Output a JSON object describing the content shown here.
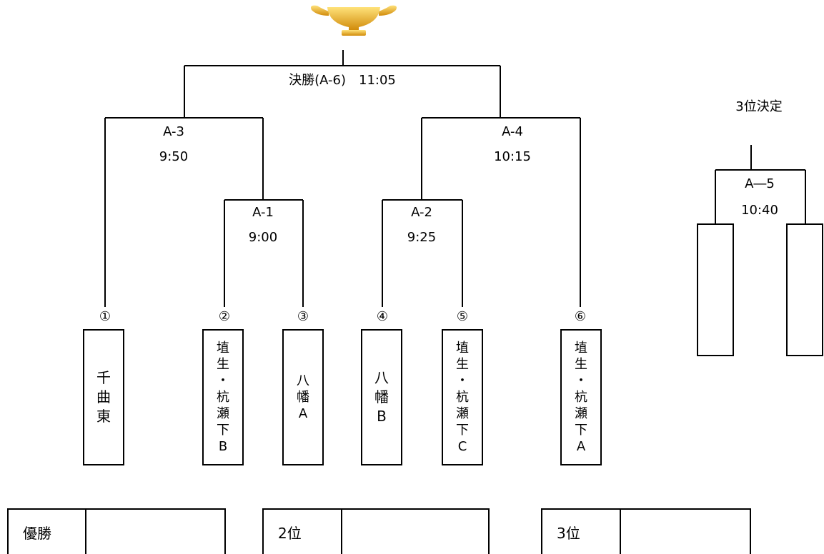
{
  "final": {
    "label": "決勝(A-6)　11:05"
  },
  "matches": {
    "a3": {
      "name": "A-3",
      "time": "9:50"
    },
    "a4": {
      "name": "A-4",
      "time": "10:15"
    },
    "a1": {
      "name": "A-1",
      "time": "9:00"
    },
    "a2": {
      "name": "A-2",
      "time": "9:25"
    },
    "a5": {
      "name": "A―5",
      "time": "10:40"
    }
  },
  "third_place_title": "3位決定",
  "slots": [
    "①",
    "②",
    "③",
    "④",
    "⑤",
    "⑥"
  ],
  "teams": [
    [
      "千",
      "曲",
      "東"
    ],
    [
      "埴",
      "生",
      "・",
      "杭",
      "瀬",
      "下",
      "B"
    ],
    [
      "八",
      "幡",
      "A"
    ],
    [
      "八",
      "幡",
      "B"
    ],
    [
      "埴",
      "生",
      "・",
      "杭",
      "瀬",
      "下",
      "C"
    ],
    [
      "埴",
      "生",
      "・",
      "杭",
      "瀬",
      "下",
      "A"
    ]
  ],
  "results": {
    "first": "優勝",
    "second": "2位",
    "third": "3位"
  },
  "colors": {
    "line": "#000000",
    "trophy": "#f2b21a"
  },
  "icons": {
    "trophy": "trophy-icon"
  }
}
